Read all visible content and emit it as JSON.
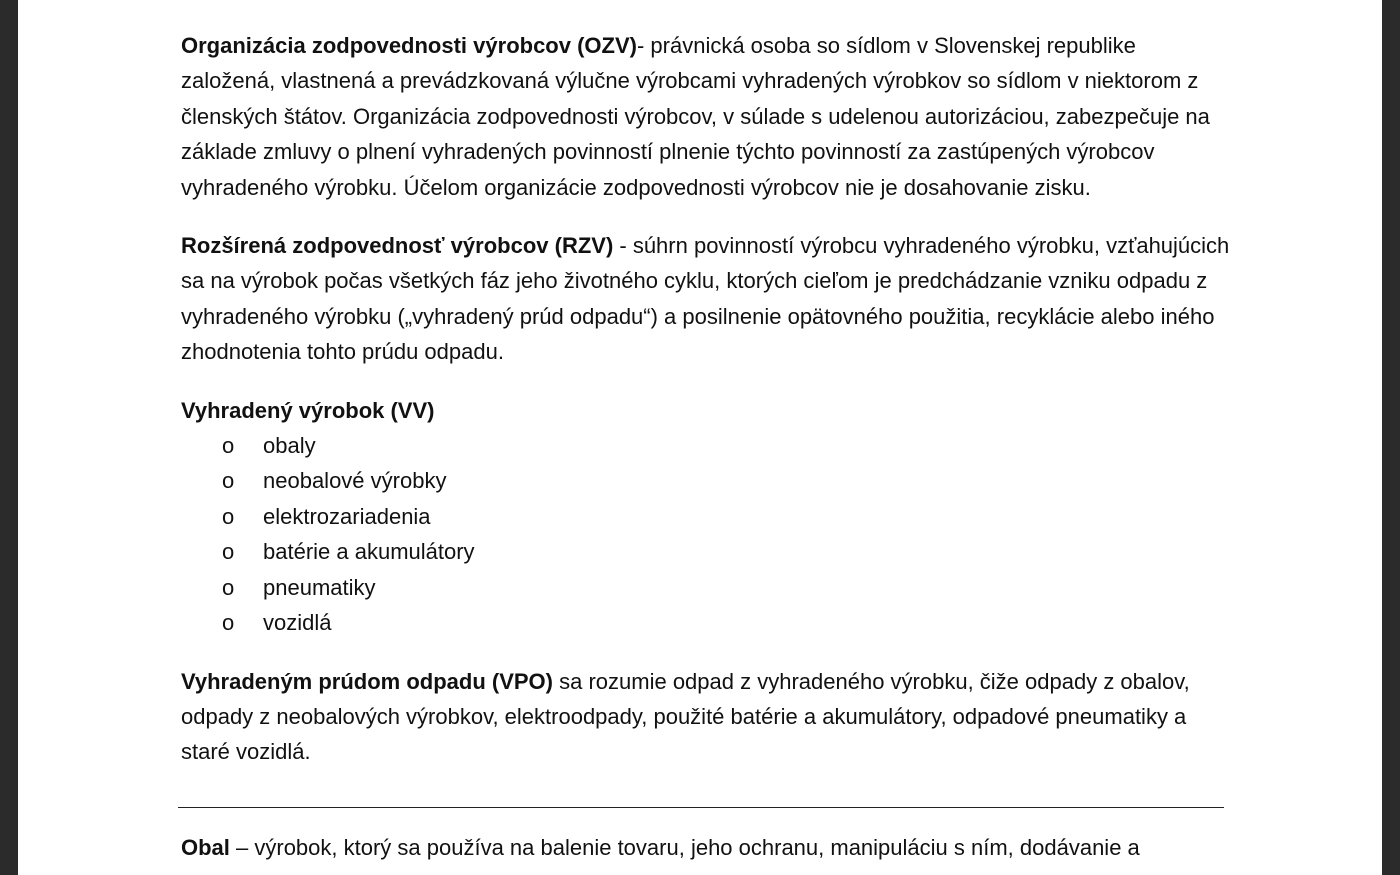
{
  "document": {
    "ozv": {
      "term": "Organizácia zodpovednosti výrobcov (OZV)",
      "text": "- právnická osoba so sídlom v Slovenskej republike založená, vlastnená a prevádzkovaná výlučne výrobcami vyhradených výrobkov so sídlom v niektorom z členských štátov. Organizácia zodpovednosti výrobcov, v súlade s udelenou autorizáciou, zabezpečuje na základe zmluvy o plnení vyhradených povinností plnenie týchto povinností za zastúpených výrobcov vyhradeného výrobku. Účelom organizácie zodpovednosti výrobcov nie je dosahovanie zisku."
    },
    "rzv": {
      "term": "Rozšírená zodpovednosť výrobcov (RZV)",
      "text": " - súhrn povinností výrobcu vyhradeného výrobku, vzťahujúcich sa na výrobok počas všetkých fáz jeho životného cyklu, ktorých cieľom je predchádzanie vzniku odpadu z vyhradeného výrobku („vyhradený prúd odpadu“) a posilnenie opätovného použitia, recyklácie alebo iného zhodnotenia tohto prúdu odpadu."
    },
    "vv": {
      "heading": "Vyhradený výrobok (VV)",
      "bullet": "o",
      "items": [
        "obaly",
        "neobalové výrobky",
        "elektrozariadenia",
        "batérie a akumulátory",
        "pneumatiky",
        "vozidlá"
      ]
    },
    "vpo": {
      "term": "Vyhradeným prúdom odpadu (VPO)",
      "text": " sa rozumie odpad z vyhradeného výrobku, čiže odpady z obalov, odpady z neobalových výrobkov, elektroodpady, použité batérie a akumulátory, odpadové pneumatiky a staré vozidlá."
    },
    "obal": {
      "term": "Obal",
      "text": " – výrobok, ktorý sa používa na balenie tovaru, jeho ochranu, manipuláciu s ním, dodávanie a"
    }
  }
}
